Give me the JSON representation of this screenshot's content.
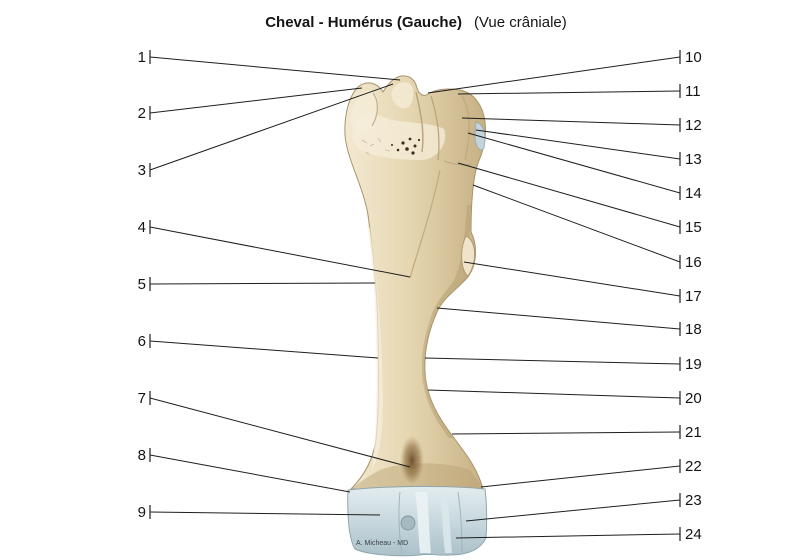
{
  "title": {
    "main": "Cheval - Humérus (Gauche)",
    "view": "(Vue crâniale)"
  },
  "labels_left": [
    "1",
    "2",
    "3",
    "4",
    "5",
    "6",
    "7",
    "8",
    "9"
  ],
  "labels_right": [
    "10",
    "11",
    "12",
    "13",
    "14",
    "15",
    "16",
    "17",
    "18",
    "19",
    "20",
    "21",
    "22",
    "23",
    "24"
  ],
  "credit": "A. Micheau - MD",
  "colors": {
    "bone": "#e6d7b2",
    "articular_cartilage": "#c8d8de",
    "leader_lines": "#1e1e1e",
    "background": "#ffffff"
  }
}
